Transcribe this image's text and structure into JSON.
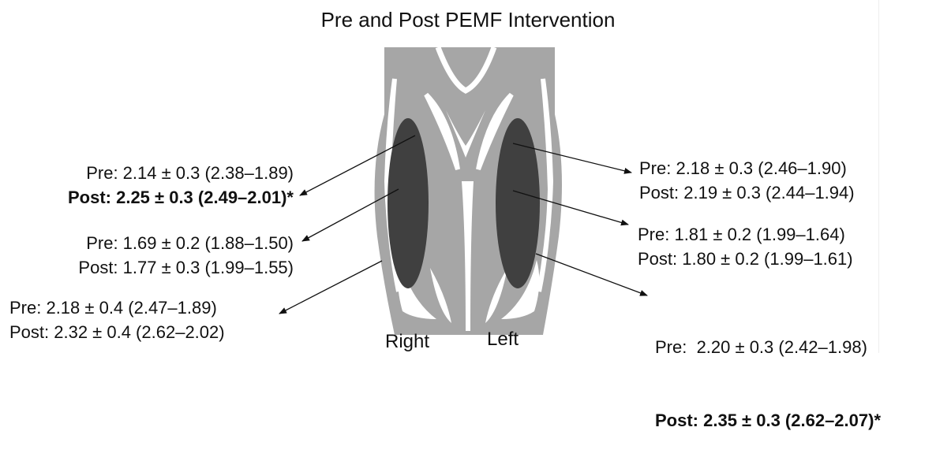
{
  "title": "Pre and Post PEMF Intervention",
  "side_labels": {
    "right": "Right",
    "left": "Left"
  },
  "right_leg": {
    "upper": {
      "pre": "Pre: 2.14 ± 0.3 (2.38–1.89)",
      "post": "Post: 2.25 ± 0.3 (2.49–2.01)*",
      "post_bold": true
    },
    "middle": {
      "pre": "Pre: 1.69 ± 0.2 (1.88–1.50)",
      "post": "Post: 1.77 ± 0.3 (1.99–1.55)",
      "post_bold": false
    },
    "lower": {
      "pre": "Pre: 2.18 ± 0.4 (2.47–1.89)",
      "post": "Post: 2.32 ± 0.4 (2.62–2.02)",
      "post_bold": false
    }
  },
  "left_leg": {
    "upper": {
      "pre": "Pre: 2.18 ± 0.3 (2.46–1.90)",
      "post": "Post: 2.19 ± 0.3 (2.44–1.94)",
      "post_bold": false
    },
    "middle": {
      "pre": "Pre: 1.81 ± 0.2 (1.99–1.64)",
      "post": "Post: 1.80 ± 0.2 (1.99–1.61)",
      "post_bold": false
    },
    "lower": {
      "pre": "Pre:  2.20 ± 0.3 (2.42–1.98)",
      "post": "Post: 2.35 ± 0.3 (2.62–2.07)*",
      "post_bold": true
    }
  },
  "colors": {
    "muscle_light": "#a6a6a6",
    "muscle_dark": "#404040",
    "background": "#ffffff",
    "text": "#111111"
  }
}
